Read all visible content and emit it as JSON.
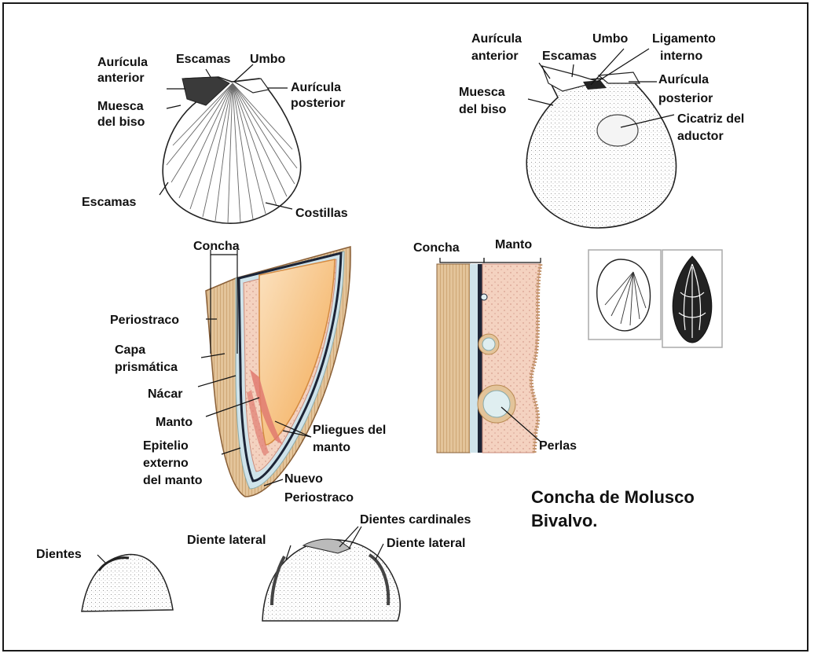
{
  "colors": {
    "shell_outer": "#e3c49a",
    "shell_stripe": "#b98a52",
    "periostracum": "#dcb888",
    "prismatic": "#cfe3ea",
    "nacre": "#1c2436",
    "mantle": "#f4d2c0",
    "mantle_inner": "#f7b060",
    "muscle": "#e07a70",
    "pearl": "#dfeef0"
  },
  "labels": {
    "top_left": {
      "auricula_anterior": [
        "Aurícula",
        "anterior"
      ],
      "escamas_top": "Escamas",
      "umbo": "Umbo",
      "auricula_posterior": [
        "Aurícula",
        "posterior"
      ],
      "muesca_biso": [
        "Muesca",
        "del biso"
      ],
      "escamas_side": "Escamas",
      "costillas": "Costillas"
    },
    "top_right": {
      "auricula_anterior": [
        "Aurícula",
        "anterior"
      ],
      "escamas": "Escamas",
      "umbo": "Umbo",
      "ligamento": [
        "Ligamento",
        "interno"
      ],
      "muesca_biso": [
        "Muesca",
        "del biso"
      ],
      "auricula_posterior": [
        "Aurícula",
        "posterior"
      ],
      "cicatriz": [
        "Cicatriz del",
        "aductor"
      ]
    },
    "section": {
      "concha": "Concha",
      "periostraco": "Periostraco",
      "capa_prismatica": [
        "Capa",
        "prismática"
      ],
      "nacar": "Nácar",
      "manto": "Manto",
      "epitelio": [
        "Epitelio",
        "externo",
        "del manto"
      ],
      "pliegues": [
        "Pliegues del",
        "manto"
      ],
      "nuevo_periostraco": [
        "Nuevo",
        "Periostraco"
      ]
    },
    "pearl_section": {
      "concha": "Concha",
      "manto": "Manto",
      "perlas": "Perlas"
    },
    "teeth": {
      "dientes": "Dientes",
      "diente_lateral_left": "Diente lateral",
      "dientes_cardinales": "Dientes cardinales",
      "diente_lateral_right": "Diente lateral"
    },
    "caption": [
      "Concha de Molusco",
      "Bivalvo."
    ]
  }
}
